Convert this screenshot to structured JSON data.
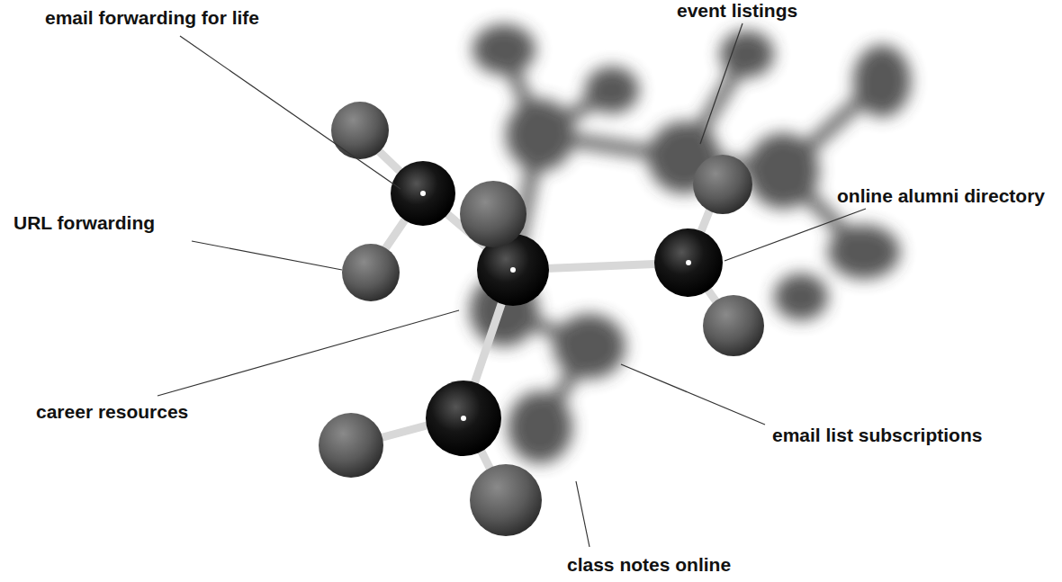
{
  "diagram": {
    "labels": [
      "email forwarding for life",
      "event listings",
      "online alumni directory",
      "URL forwarding",
      "career resources",
      "email list subscriptions",
      "class notes online"
    ]
  }
}
